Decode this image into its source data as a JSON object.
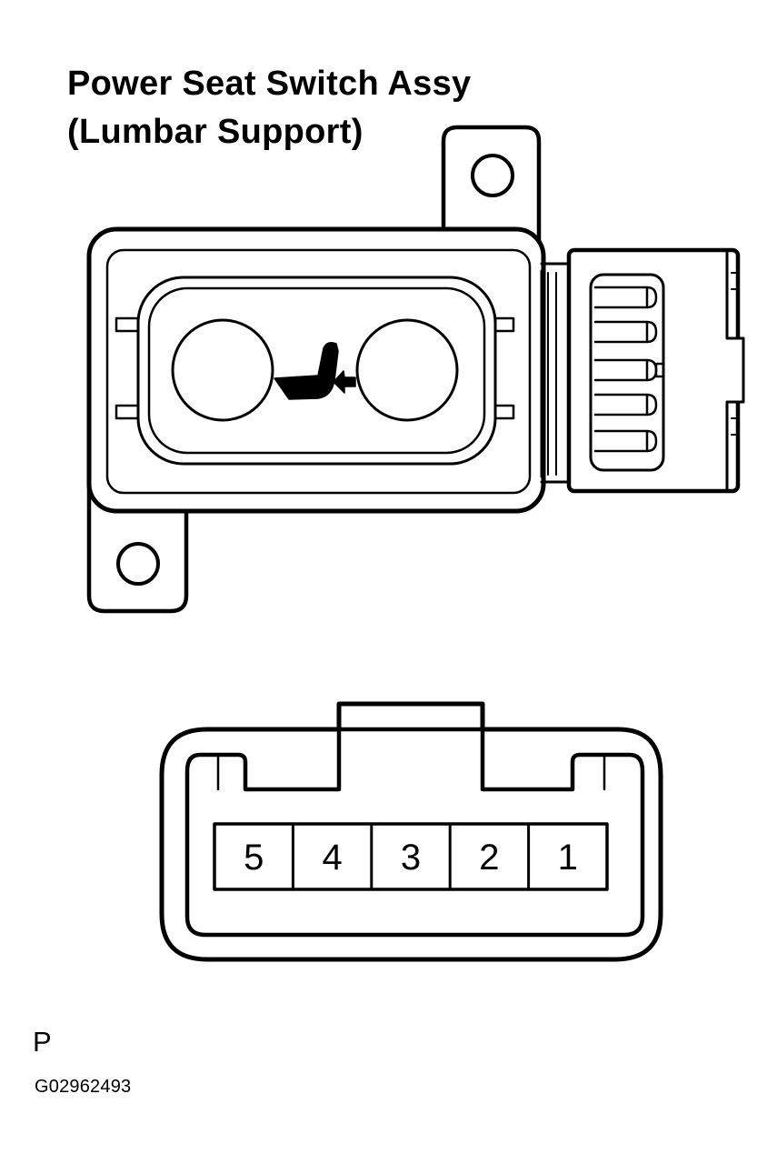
{
  "title_lines": [
    "Power Seat Switch Assy",
    "(Lumbar Support)"
  ],
  "connector": {
    "pins": [
      "5",
      "4",
      "3",
      "2",
      "1"
    ]
  },
  "connector_letter": "P",
  "figure_id": "G02962493",
  "colors": {
    "line": "#000000",
    "background": "#ffffff"
  }
}
